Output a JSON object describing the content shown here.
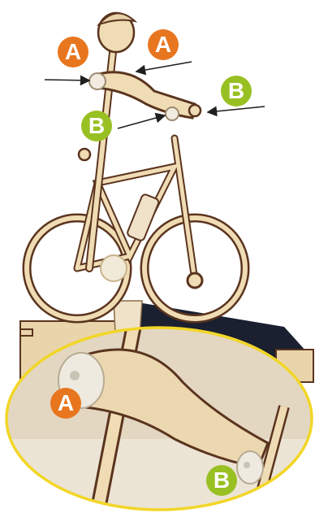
{
  "colors": {
    "badge_a": "#e8761f",
    "badge_b": "#99c023",
    "wood": "#f0dcb4",
    "wood_edge": "#5a341e",
    "zoom_outline": "#f2d627",
    "base_dark": "#1a2030",
    "arrow": "#1f1f1f"
  },
  "labels": {
    "a": "A",
    "b": "B"
  },
  "icons": {
    "arrow": "arrow-icon",
    "badge": "circle-letter-badge"
  }
}
